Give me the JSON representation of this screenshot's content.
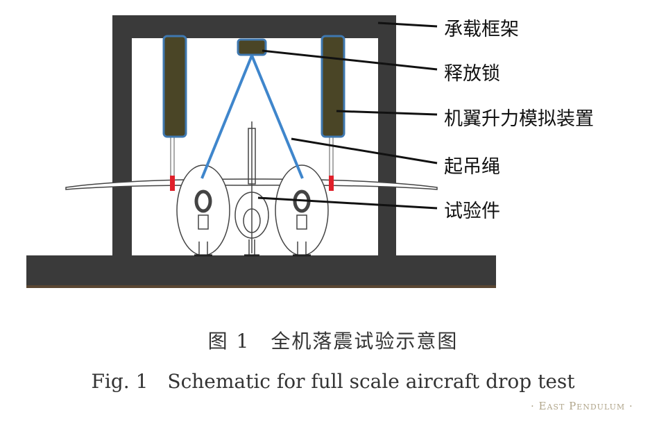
{
  "labels": {
    "frame": "承载框架",
    "release_lock": "释放锁",
    "wing_lift_simulator": "机翼升力模拟装置",
    "lifting_rope": "起吊绳",
    "test_article": "试验件"
  },
  "caption": {
    "zh": "图 1　全机落震试验示意图",
    "en": "Fig. 1　Schematic for full scale aircraft drop test"
  },
  "watermark": "· East Pendulum ·",
  "colors": {
    "frame": "#3a3a3a",
    "actuator": "#4a4526",
    "actuator_border": "#3f78b0",
    "rope": "#3f86cc",
    "red": "#e0202a"
  }
}
